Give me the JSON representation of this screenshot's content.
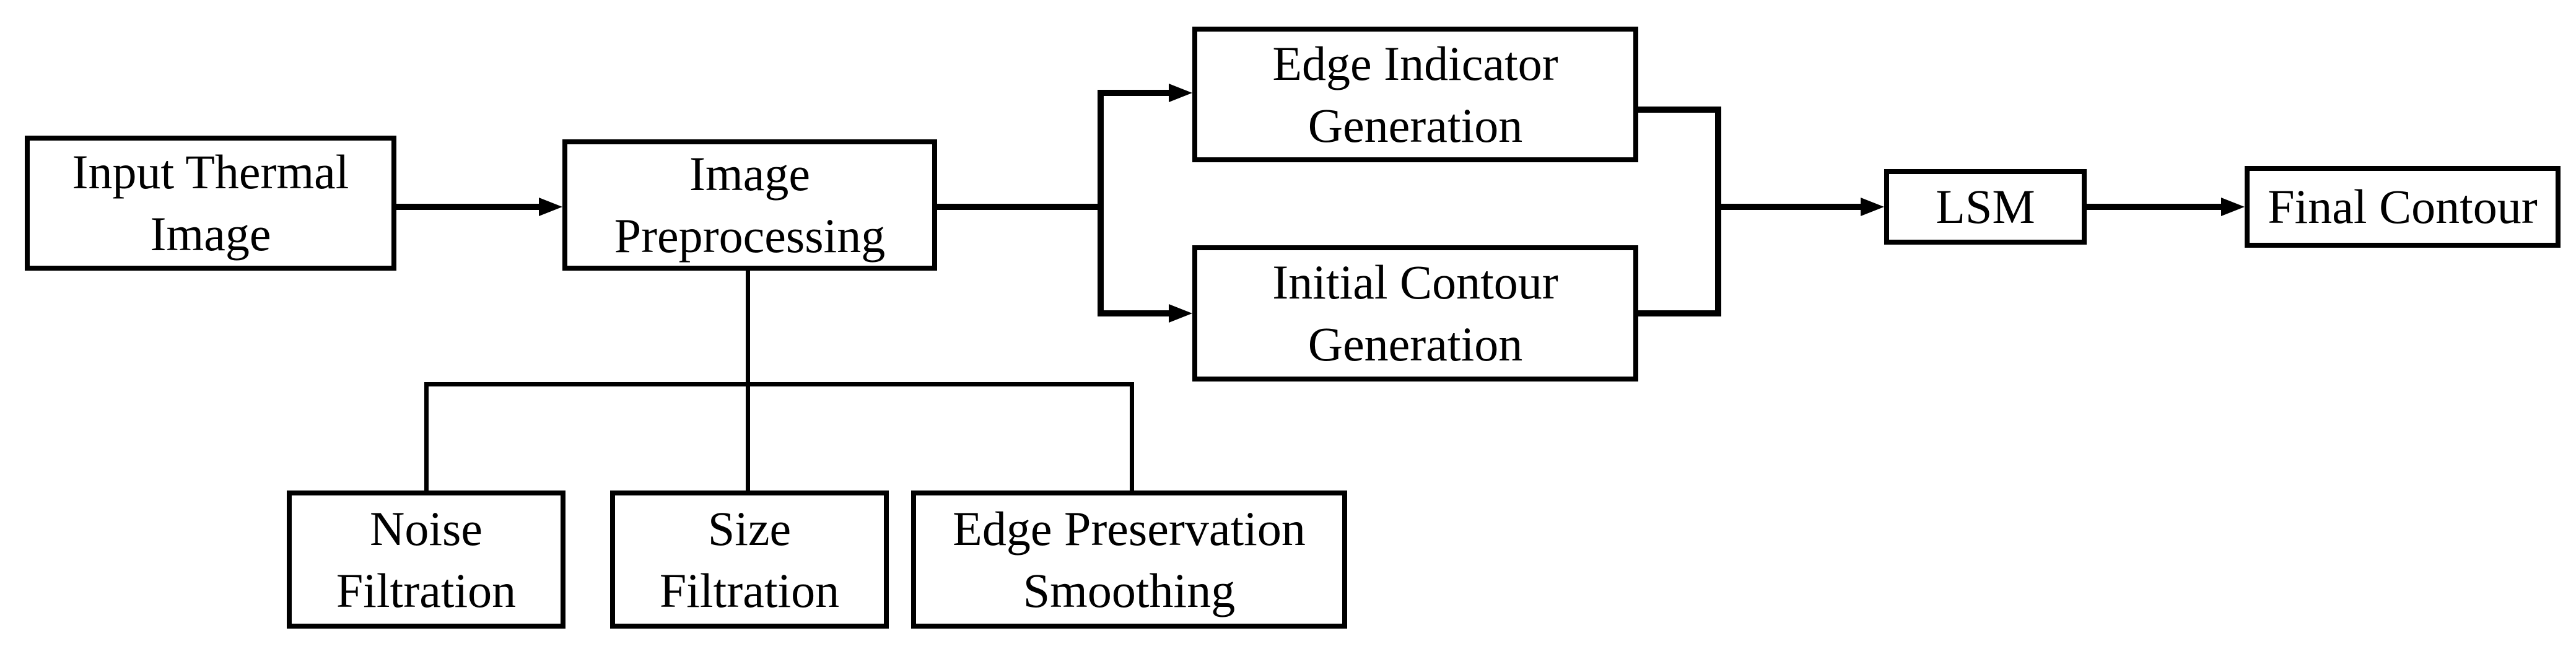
{
  "diagram": {
    "type": "flowchart",
    "background_color": "#ffffff",
    "line_color": "#000000",
    "box_fill": "#ffffff",
    "nodes": {
      "input_thermal": {
        "lines": [
          "Input Thermal",
          "Image"
        ]
      },
      "preprocessing": {
        "lines": [
          "Image",
          "Preprocessing"
        ]
      },
      "edge_indicator": {
        "lines": [
          "Edge Indicator",
          "Generation"
        ]
      },
      "initial_contour": {
        "lines": [
          "Initial Contour",
          "Generation"
        ]
      },
      "lsm": {
        "lines": [
          "LSM"
        ]
      },
      "final_contour": {
        "lines": [
          "Final Contour"
        ]
      },
      "noise_filtration": {
        "lines": [
          "Noise",
          "Filtration"
        ]
      },
      "size_filtration": {
        "lines": [
          "Size",
          "Filtration"
        ]
      },
      "edge_preservation": {
        "lines": [
          "Edge Preservation",
          "Smoothing"
        ]
      }
    },
    "edges": [
      {
        "from": "input_thermal",
        "to": "preprocessing",
        "style": "thick-arrow"
      },
      {
        "from": "preprocessing",
        "to": "edge_indicator",
        "style": "thick-arrow"
      },
      {
        "from": "preprocessing",
        "to": "initial_contour",
        "style": "thick-arrow"
      },
      {
        "from": "edge_indicator",
        "to": "lsm",
        "style": "thick-arrow-merged"
      },
      {
        "from": "initial_contour",
        "to": "lsm",
        "style": "thick-arrow-merged"
      },
      {
        "from": "lsm",
        "to": "final_contour",
        "style": "thick-arrow"
      },
      {
        "from": "preprocessing",
        "to": "noise_filtration",
        "style": "thin-line"
      },
      {
        "from": "preprocessing",
        "to": "size_filtration",
        "style": "thin-line"
      },
      {
        "from": "preprocessing",
        "to": "edge_preservation",
        "style": "thin-line"
      }
    ]
  }
}
